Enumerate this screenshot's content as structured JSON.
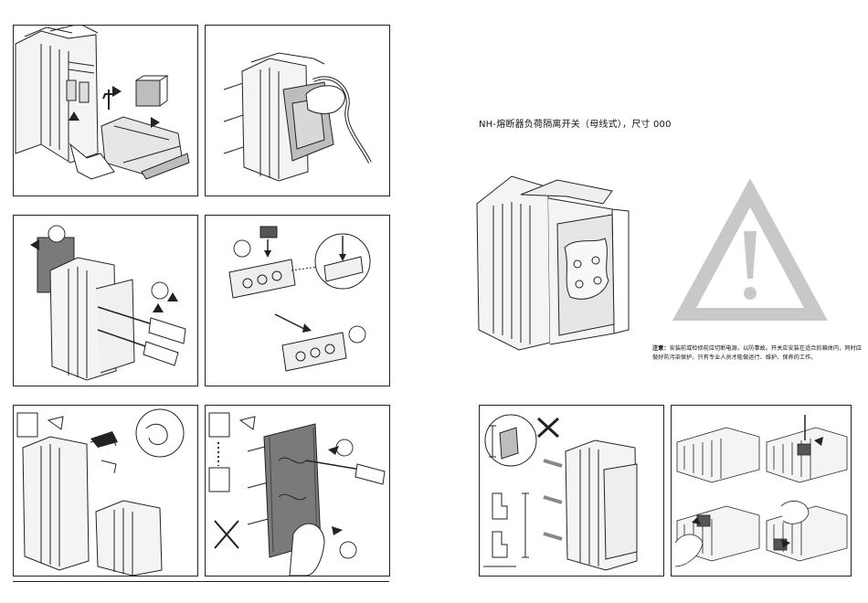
{
  "title": "NH-熔断器负荷隔离开关（母线式），尺寸 000",
  "warning": {
    "label": "注意：",
    "text": "安装前或检修前应切断电源，以防事故。开关应安装在适合的箱体内，同时应做好防污染保护，只有专业人员才能做运行、维护、保养的工作。"
  },
  "colors": {
    "line": "#222222",
    "fill_gray": "#bdbdbd",
    "dark_gray": "#7a7a7a",
    "triangle": "#c8c8c8"
  },
  "icons": [
    "warning-triangle-icon",
    "no-tool-icon",
    "step-badge-icon"
  ]
}
